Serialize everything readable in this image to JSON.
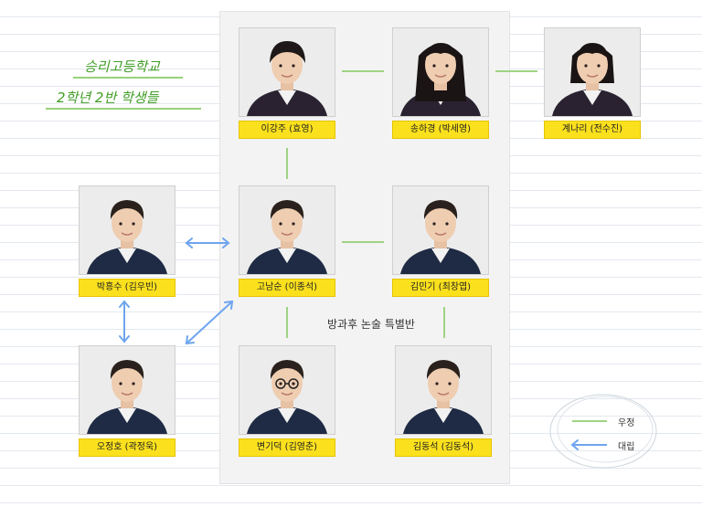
{
  "header": {
    "line1": "승리고등학교",
    "line2": "2학년 2반 학생들"
  },
  "center_label": "방과후 논술 특별반",
  "legend": {
    "friendship": "우정",
    "conflict": "대립"
  },
  "characters": [
    {
      "id": "lee-kangju",
      "label": "이강주 (효영)",
      "hair": "short"
    },
    {
      "id": "song-hakyung",
      "label": "송하경 (박세영)",
      "hair": "long"
    },
    {
      "id": "gye-nari",
      "label": "계나리 (전수진)",
      "hair": "bob"
    },
    {
      "id": "park-heungsu",
      "label": "박흥수 (김우빈)",
      "hair": "male"
    },
    {
      "id": "go-namsun",
      "label": "고남순 (이종석)",
      "hair": "male"
    },
    {
      "id": "kim-mingi",
      "label": "김민기 (최창엽)",
      "hair": "male"
    },
    {
      "id": "oh-jungho",
      "label": "오정호 (곽정욱)",
      "hair": "male"
    },
    {
      "id": "byun-gideok",
      "label": "변기덕 (김영춘)",
      "hair": "glasses"
    },
    {
      "id": "kim-dongseok",
      "label": "김동석 (김동석)",
      "hair": "male"
    }
  ],
  "colors": {
    "friendship_line": "#9fd383",
    "conflict_arrow": "#6ea5ee",
    "label_bg": "#fbe11d",
    "title_green": "#3f9d24"
  }
}
